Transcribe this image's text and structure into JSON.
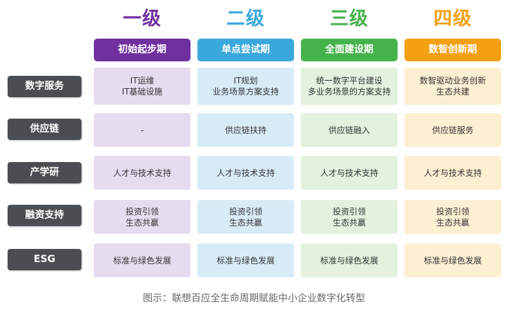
{
  "colors": {
    "level1": "#7030a0",
    "level2": "#3aa8dc",
    "level3": "#45b24b",
    "level4": "#f4a015",
    "cell1": "#e6dcef",
    "cell2": "#d8ecf7",
    "cell3": "#e3f1de",
    "cell4": "#fcefd2",
    "row_label_bg": "#4a4e53"
  },
  "levels": [
    {
      "label": "一级",
      "stage": "初始起步期"
    },
    {
      "label": "二级",
      "stage": "单点尝试期"
    },
    {
      "label": "三级",
      "stage": "全面建设期"
    },
    {
      "label": "四级",
      "stage": "数智创新期"
    }
  ],
  "rows": [
    {
      "label": "数字服务",
      "cells": [
        [
          "IT运维",
          "IT基础设施"
        ],
        [
          "IT规划",
          "业务场景方案支持"
        ],
        [
          "统一数字平台建设",
          "多业务场景的方案支持"
        ],
        [
          "数智驱动业务创新",
          "生态共建"
        ]
      ]
    },
    {
      "label": "供应链",
      "cells": [
        [
          "-"
        ],
        [
          "供应链扶持"
        ],
        [
          "供应链融入"
        ],
        [
          "供应链服务"
        ]
      ]
    },
    {
      "label": "产学研",
      "cells": [
        [
          "人才与技术支持"
        ],
        [
          "人才与技术支持"
        ],
        [
          "人才与技术支持"
        ],
        [
          "人才与技术支持"
        ]
      ]
    },
    {
      "label": "融资支持",
      "cells": [
        [
          "投资引领",
          "生态共赢"
        ],
        [
          "投资引领",
          "生态共赢"
        ],
        [
          "投资引领",
          "生态共赢"
        ],
        [
          "投资引领",
          "生态共赢"
        ]
      ]
    },
    {
      "label": "ESG",
      "cells": [
        [
          "标准与绿色发展"
        ],
        [
          "标准与绿色发展"
        ],
        [
          "标准与绿色发展"
        ],
        [
          "标准与绿色发展"
        ]
      ]
    }
  ],
  "caption": "图示：联想百应全生命周期赋能中小企业数字化转型"
}
